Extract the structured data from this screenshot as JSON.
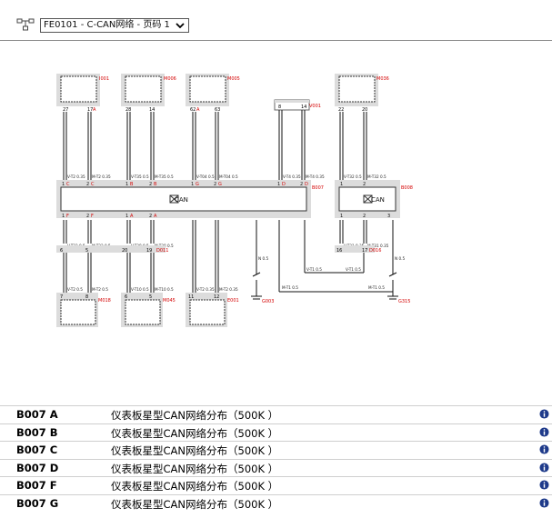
{
  "toolbar": {
    "icon": "network-diagram-icon",
    "page_select_value": "FE0101 - C-CAN网络 - 页码 1"
  },
  "diagram": {
    "top_connectors": [
      {
        "id": "I001",
        "pins": [
          "27",
          "17",
          "A"
        ]
      },
      {
        "id": "M006",
        "pins": [
          "28",
          "14"
        ]
      },
      {
        "id": "M005",
        "pins": [
          "62",
          "A",
          "63"
        ]
      },
      {
        "id": "V001",
        "pins": [
          "8",
          "14"
        ]
      },
      {
        "id": "M036",
        "pins": [
          "22",
          "20"
        ]
      }
    ],
    "modules": [
      {
        "id": "B007",
        "label": "CAN",
        "pins": [
          "1",
          "C",
          "2",
          "C",
          "1",
          "B",
          "2",
          "B",
          "1",
          "G",
          "2",
          "G",
          "1",
          "D",
          "2",
          "D",
          "1",
          "F",
          "2",
          "F",
          "1",
          "A",
          "2",
          "A"
        ]
      },
      {
        "id": "B008",
        "label": "CAN",
        "pins": [
          "1",
          "2",
          "1",
          "2",
          "3"
        ]
      }
    ],
    "mid_connectors": [
      {
        "id": "D011",
        "pins": [
          "6",
          "5",
          "20",
          "19"
        ]
      },
      {
        "id": "D016",
        "pins": [
          "16",
          "17"
        ]
      }
    ],
    "bottom_connectors": [
      {
        "id": "M018",
        "pins": [
          "7",
          "8"
        ]
      },
      {
        "id": "M045",
        "pins": [
          "6",
          "5"
        ]
      },
      {
        "id": "E001",
        "pins": [
          "11",
          "12"
        ]
      }
    ],
    "grounds": [
      {
        "id": "G003"
      },
      {
        "id": "G315"
      }
    ],
    "wire_labels": {
      "w1": "V-T2 0.35",
      "w2": "M-T2 0.35",
      "w3": "V-T35 0.5",
      "w4": "M-T35 0.5",
      "w5": "V-T04 0.5",
      "w6": "M-T04 0.5",
      "w7": "V-T4 0.35",
      "w8": "M-T4 0.35",
      "w9": "V-T32 0.5",
      "w10": "M-T32 0.5",
      "w11": "V-T22 0.5",
      "w12": "M-T22 0.5",
      "w13": "V-T38 0.5",
      "w14": "M-T38 0.5",
      "w15": "V-T2 0.5",
      "w16": "M-T2 0.5",
      "w17": "V-T31 0.35",
      "w18": "M-T31 0.35",
      "w19": "N 0.5",
      "w20": "V-T1 0.5",
      "w21": "M-T1 0.5",
      "w22": "V-T1 0.5",
      "w23": "M-T1 0.5",
      "w24": "N 0.5",
      "w25": "V-T2 0.5",
      "w26": "M-T2 0.5",
      "w27": "V-T10 0.5",
      "w28": "M-T10 0.5",
      "w29": "V-T2 0.35",
      "w30": "M-T2 0.35"
    }
  },
  "table": {
    "rows": [
      {
        "code": "B007 A",
        "desc": "仪表板星型CAN网络分布（500K ）"
      },
      {
        "code": "B007 B",
        "desc": "仪表板星型CAN网络分布（500K ）"
      },
      {
        "code": "B007 C",
        "desc": "仪表板星型CAN网络分布（500K ）"
      },
      {
        "code": "B007 D",
        "desc": "仪表板星型CAN网络分布（500K ）"
      },
      {
        "code": "B007 F",
        "desc": "仪表板星型CAN网络分布（500K ）"
      },
      {
        "code": "B007 G",
        "desc": "仪表板星型CAN网络分布（500K ）"
      }
    ]
  },
  "colors": {
    "connector_fill": "#dcdcdc",
    "label_red": "#d40000",
    "info_icon": "#1e3a8a"
  }
}
